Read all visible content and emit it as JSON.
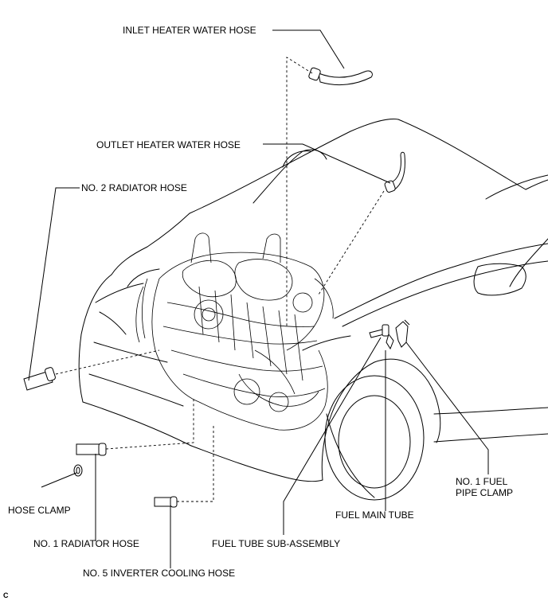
{
  "labels": {
    "inlet_heater_water_hose": "INLET HEATER WATER HOSE",
    "outlet_heater_water_hose": "OUTLET HEATER WATER HOSE",
    "no2_radiator_hose": "NO. 2 RADIATOR HOSE",
    "hose_clamp": "HOSE CLAMP",
    "no1_radiator_hose": "NO. 1 RADIATOR HOSE",
    "no5_inverter_cooling_hose": "NO. 5 INVERTER COOLING HOSE",
    "fuel_tube_sub_assembly": "FUEL TUBE SUB-ASSEMBLY",
    "fuel_main_tube": "FUEL MAIN TUBE",
    "no1_fuel_pipe_clamp": "NO. 1 FUEL\nPIPE CLAMP"
  },
  "figure_code": "C"
}
